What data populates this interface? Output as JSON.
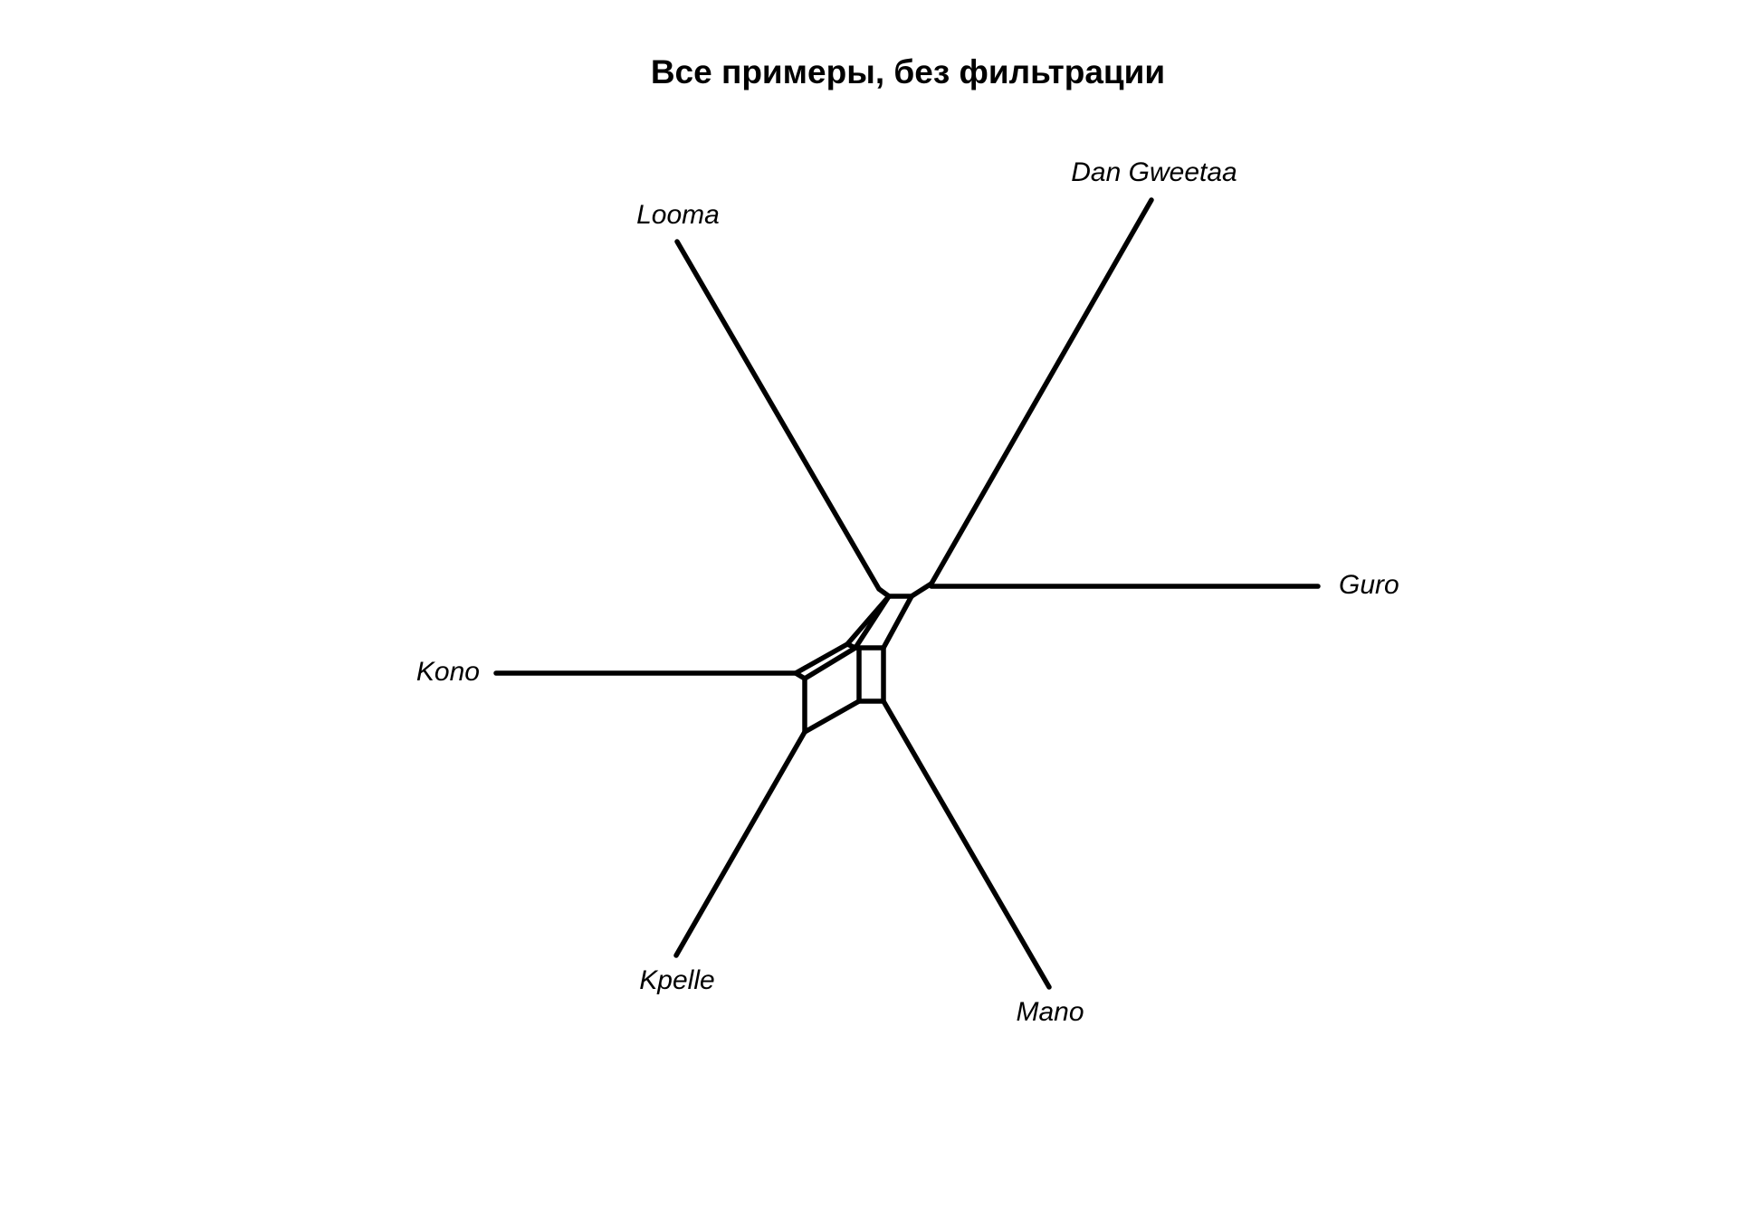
{
  "figure": {
    "title": "Все примеры, без фильтрации",
    "type": "split-network",
    "edge_color": "#000000",
    "taxa": [
      {
        "id": "looma",
        "label": "Looma"
      },
      {
        "id": "dan",
        "label": "Dan Gweetaa"
      },
      {
        "id": "guro",
        "label": "Guro"
      },
      {
        "id": "mano",
        "label": "Mano"
      },
      {
        "id": "kpelle",
        "label": "Kpelle"
      },
      {
        "id": "kono",
        "label": "Kono"
      }
    ]
  }
}
